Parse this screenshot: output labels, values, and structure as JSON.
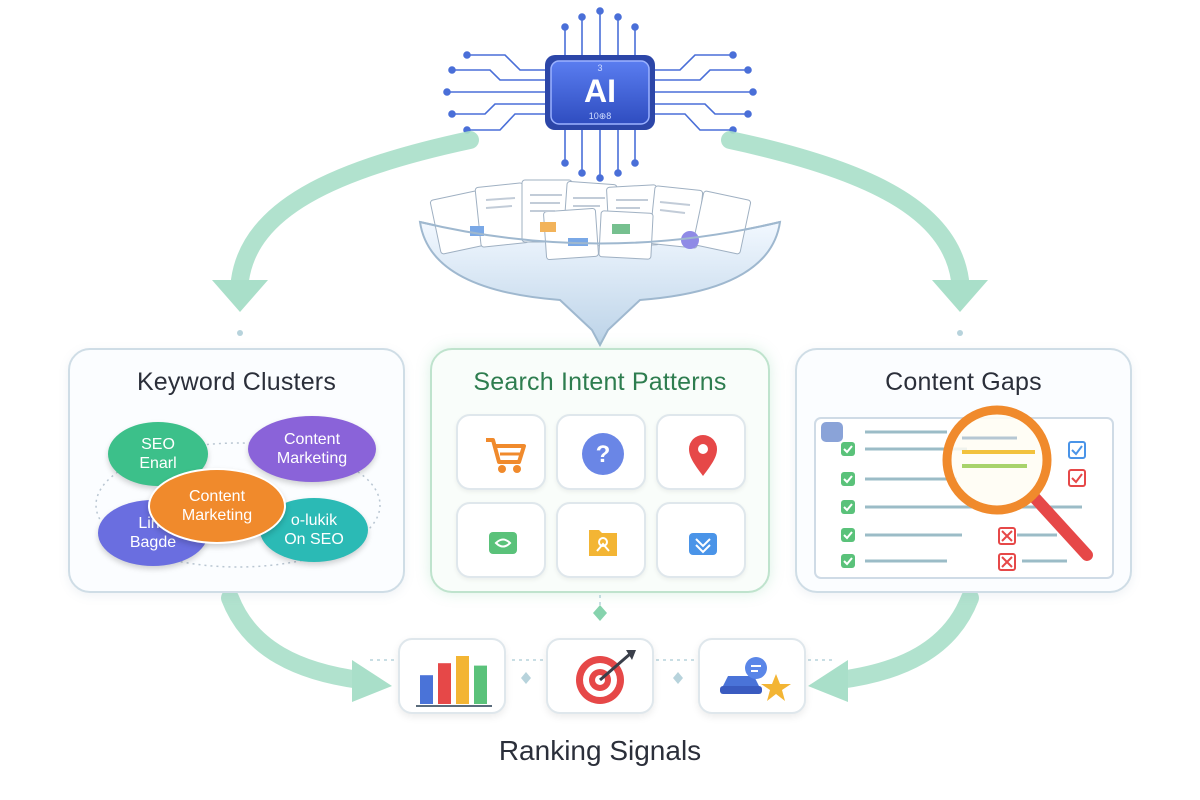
{
  "ai_chip": {
    "label": "AI",
    "small_top": "3",
    "small_bottom": "10⊕8"
  },
  "panels": {
    "keyword_clusters": {
      "title": "Keyword Clusters",
      "bubbles": [
        {
          "line1": "SEO",
          "line2": "Enarl",
          "color": "#3cc08a"
        },
        {
          "line1": "Content",
          "line2": "Marketing",
          "color": "#8a63d9"
        },
        {
          "line1": "Content",
          "line2": "Marketing",
          "color": "#f08a2c"
        },
        {
          "line1": "Link",
          "line2": "Bagde",
          "color": "#6a6ee0"
        },
        {
          "line1": "o-lukik",
          "line2": "On SEO",
          "color": "#2bbab5"
        }
      ]
    },
    "search_intent": {
      "title": "Search Intent Patterns",
      "icons": [
        "cart-icon",
        "question-icon",
        "location-pin-icon",
        "camera-icon",
        "folder-icon",
        "briefcase-icon"
      ]
    },
    "content_gaps": {
      "title": "Content Gaps",
      "icons": [
        "checklist-icon",
        "magnifying-glass-icon",
        "checkbox-icon",
        "error-box-icon"
      ]
    }
  },
  "ranking_signals": {
    "title": "Ranking Signals",
    "cards": [
      {
        "icon": "bar-chart-icon",
        "bars": [
          0.6,
          0.85,
          1.0,
          0.8
        ]
      },
      {
        "icon": "target-icon"
      },
      {
        "icon": "chat-star-icon"
      }
    ]
  },
  "colors": {
    "arrow": "#a9dfc9",
    "chip": "#3a5bd6",
    "panel_border": "#cfdde6",
    "intent_title": "#2e7d4f"
  }
}
